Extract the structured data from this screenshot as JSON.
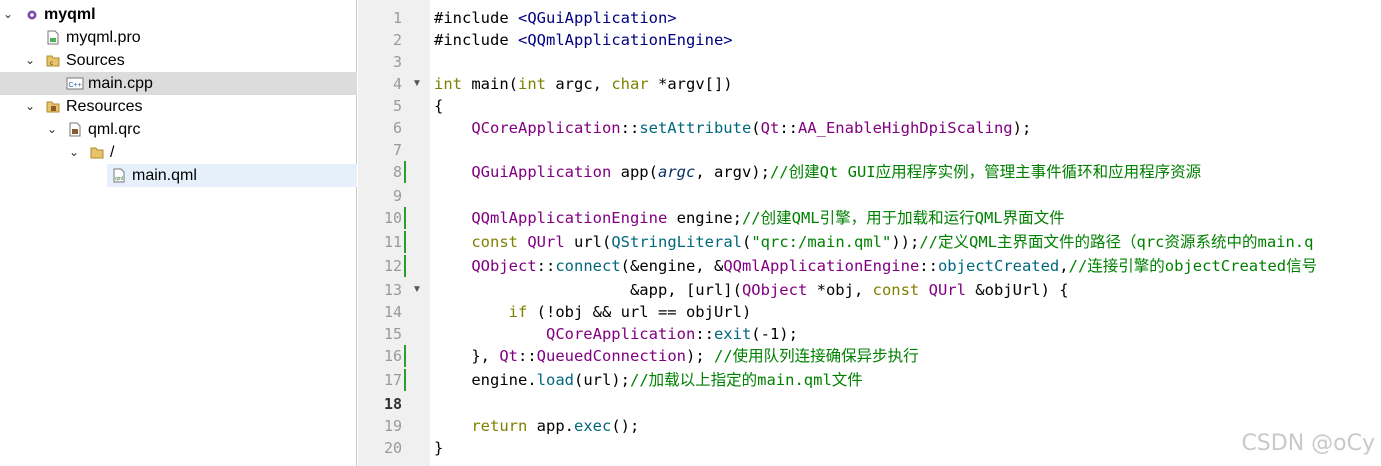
{
  "project_tree": {
    "items": [
      {
        "label": "myqml",
        "icon": "qt-project-icon",
        "expanded": true
      },
      {
        "label": "myqml.pro",
        "icon": "pro-file-icon"
      },
      {
        "label": "Sources",
        "icon": "cpp-folder-icon",
        "expanded": true
      },
      {
        "label": "main.cpp",
        "icon": "cpp-file-icon"
      },
      {
        "label": "Resources",
        "icon": "resource-folder-icon",
        "expanded": true
      },
      {
        "label": "qml.qrc",
        "icon": "qrc-file-icon",
        "expanded": true
      },
      {
        "label": "/",
        "icon": "folder-icon",
        "expanded": true
      },
      {
        "label": "main.qml",
        "icon": "qml-file-icon"
      }
    ]
  },
  "editor": {
    "line_numbers": [
      "1",
      "2",
      "3",
      "4",
      "5",
      "6",
      "7",
      "8",
      "9",
      "10",
      "11",
      "12",
      "13",
      "14",
      "15",
      "16",
      "17",
      "18",
      "19",
      "20"
    ],
    "current_line": "18",
    "lines": [
      "#include <QGuiApplication>",
      "#include <QQmlApplicationEngine>",
      "",
      "int main(int argc, char *argv[])",
      "{",
      "    QCoreApplication::setAttribute(Qt::AA_EnableHighDpiScaling);",
      "",
      "    QGuiApplication app(argc, argv);//创建Qt GUI应用程序实例，管理主事件循环和应用程序资源",
      "",
      "    QQmlApplicationEngine engine;//创建QML引擎，用于加载和运行QML界面文件",
      "    const QUrl url(QStringLiteral(\"qrc:/main.qml\"));//定义QML主界面文件的路径（qrc资源系统中的main.q",
      "    QObject::connect(&engine, &QQmlApplicationEngine::objectCreated,//连接引擎的objectCreated信号",
      "                     &app, [url](QObject *obj, const QUrl &objUrl) {",
      "        if (!obj && url == objUrl)",
      "            QCoreApplication::exit(-1);",
      "    }, Qt::QueuedConnection); //使用队列连接确保异步执行",
      "    engine.load(url);//加载以上指定的main.qml文件",
      "",
      "    return app.exec();",
      "}"
    ]
  },
  "watermark": "CSDN @oCy",
  "colors": {
    "keyword": "#808000",
    "type": "#800080",
    "function": "#00677c",
    "string_comment": "#008000",
    "change_marker": "#2e9d2e"
  }
}
